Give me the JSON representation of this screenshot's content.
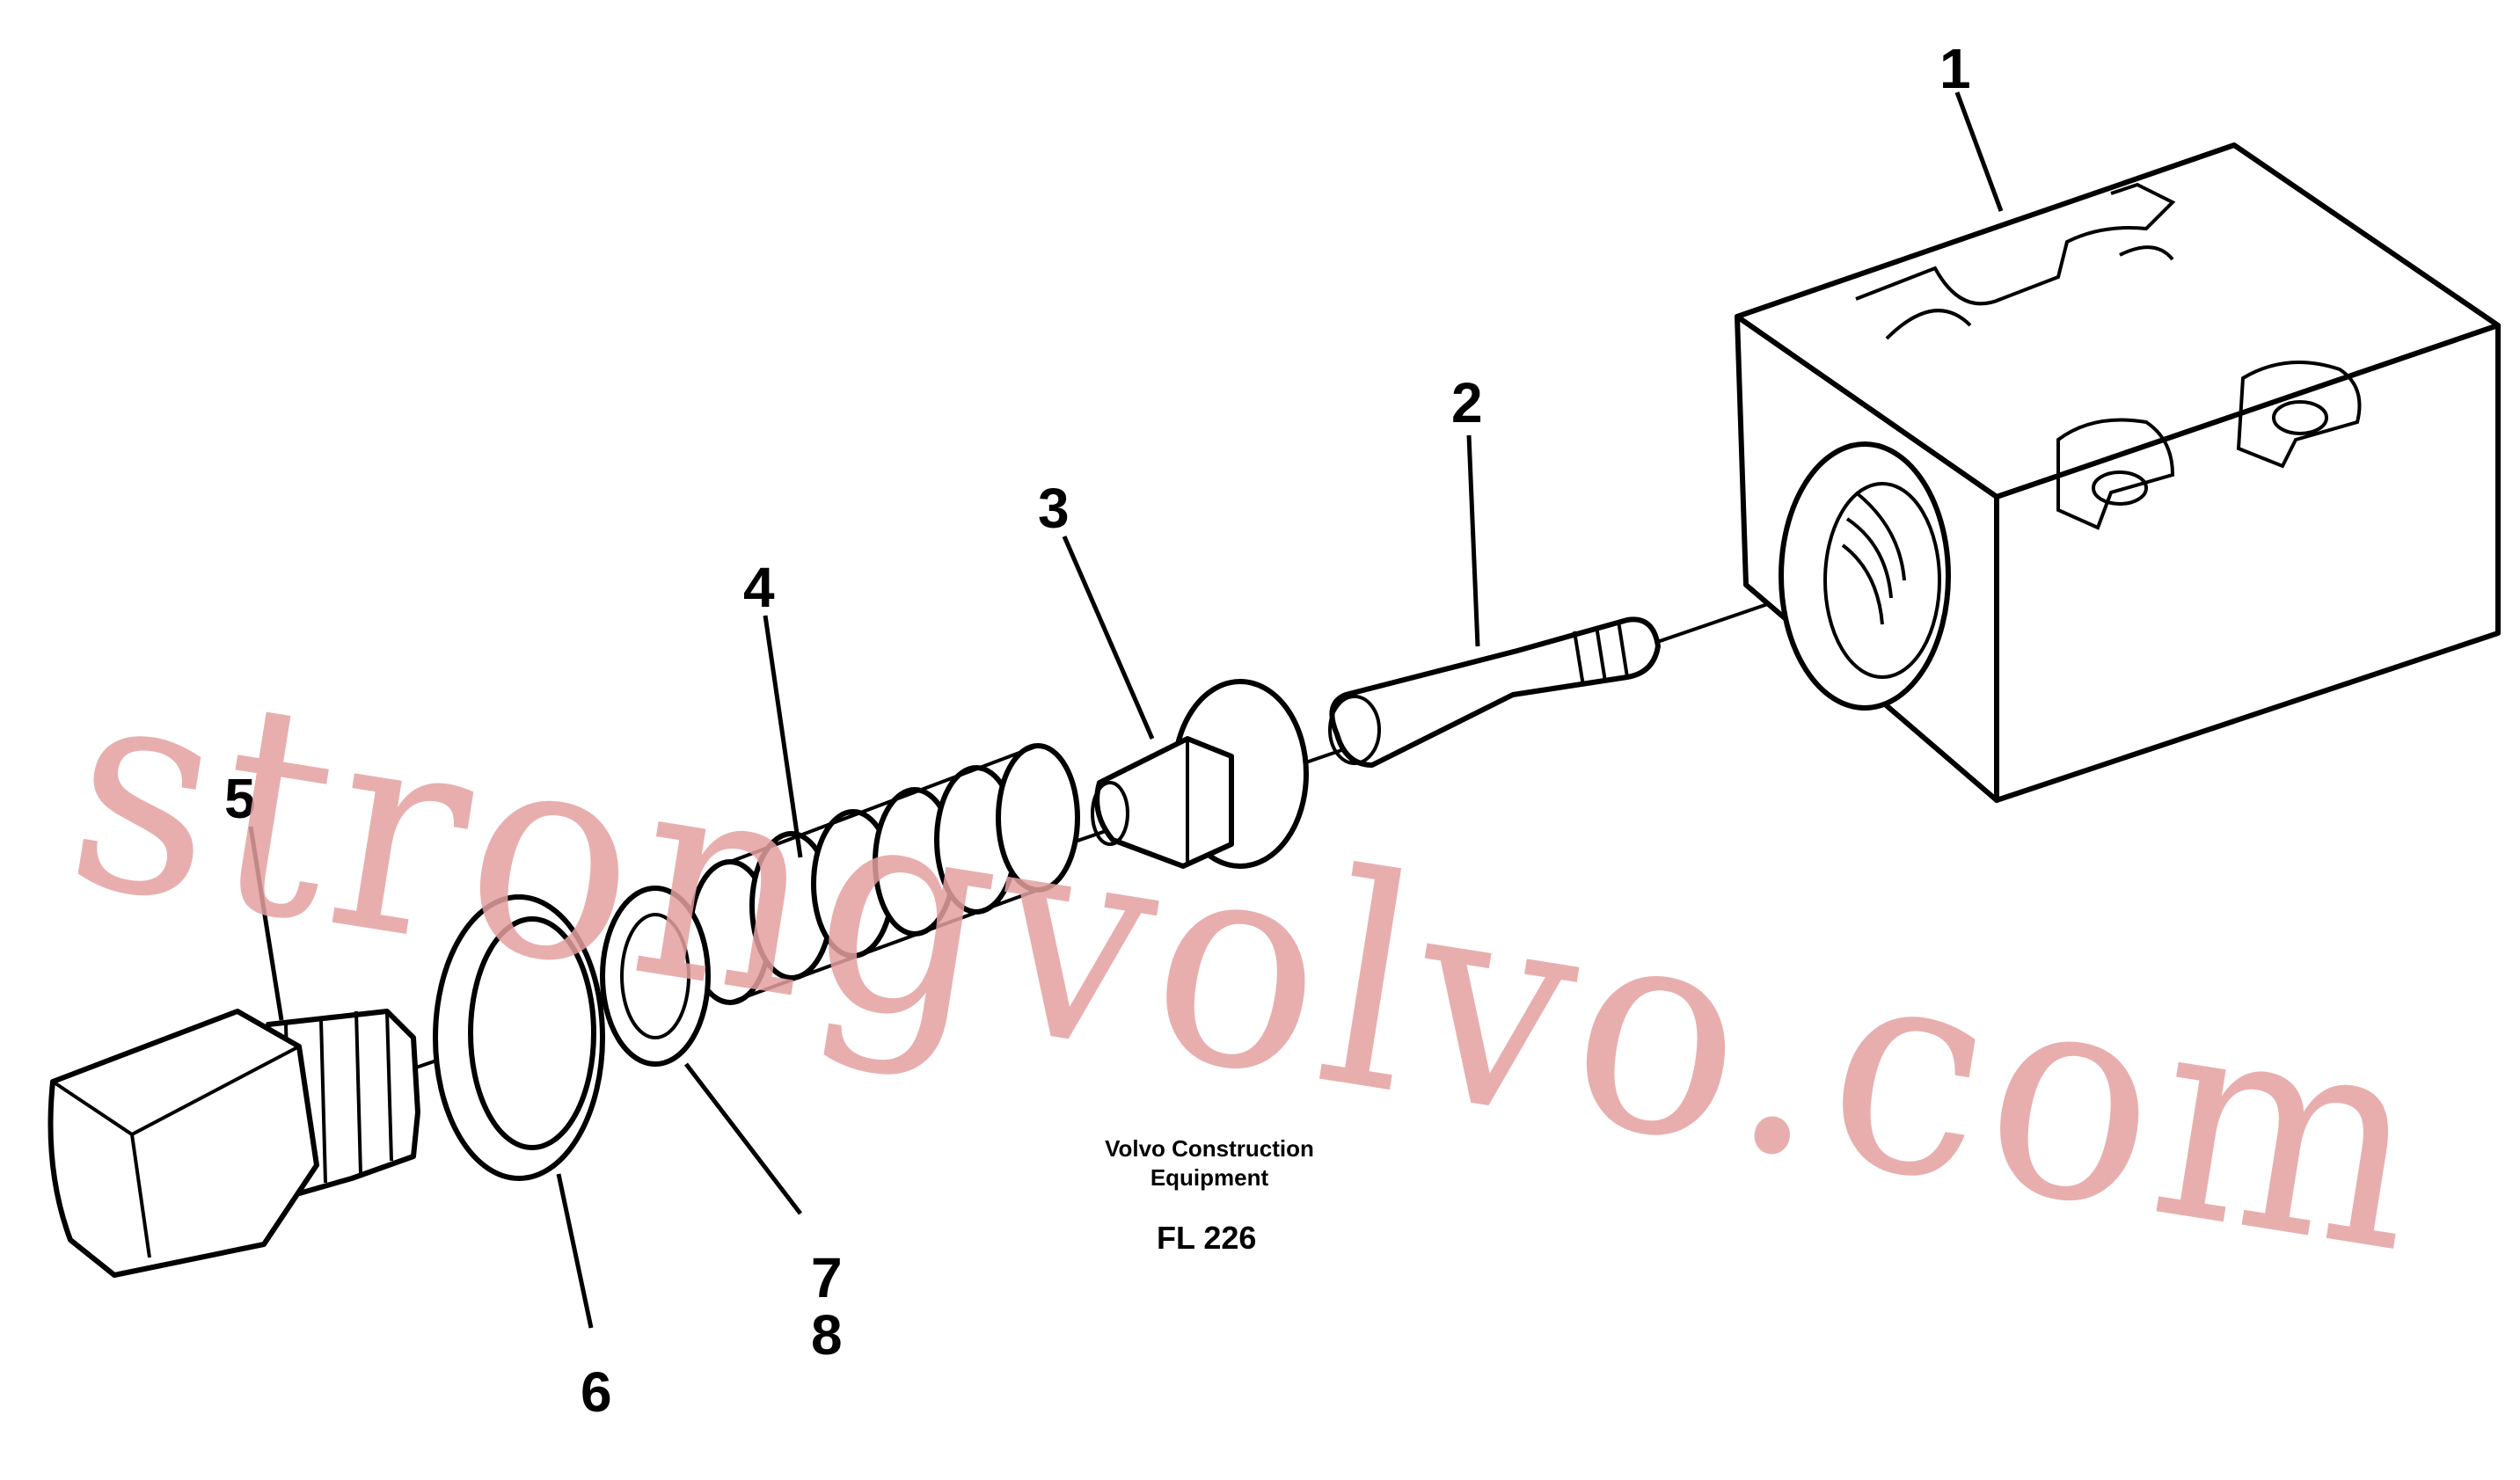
{
  "callouts": [
    {
      "id": "1",
      "label": "1"
    },
    {
      "id": "2",
      "label": "2"
    },
    {
      "id": "3",
      "label": "3"
    },
    {
      "id": "4",
      "label": "4"
    },
    {
      "id": "5",
      "label": "5"
    },
    {
      "id": "6",
      "label": "6"
    },
    {
      "id": "7",
      "label": "7"
    },
    {
      "id": "8",
      "label": "8"
    }
  ],
  "caption": {
    "line1": "Volvo Construction",
    "line2": "Equipment",
    "code": "FL 226"
  },
  "watermark": {
    "text": "strongvolvo.com",
    "color": "#e4a0a0"
  },
  "colors": {
    "ink": "#000000",
    "paper": "#ffffff"
  }
}
